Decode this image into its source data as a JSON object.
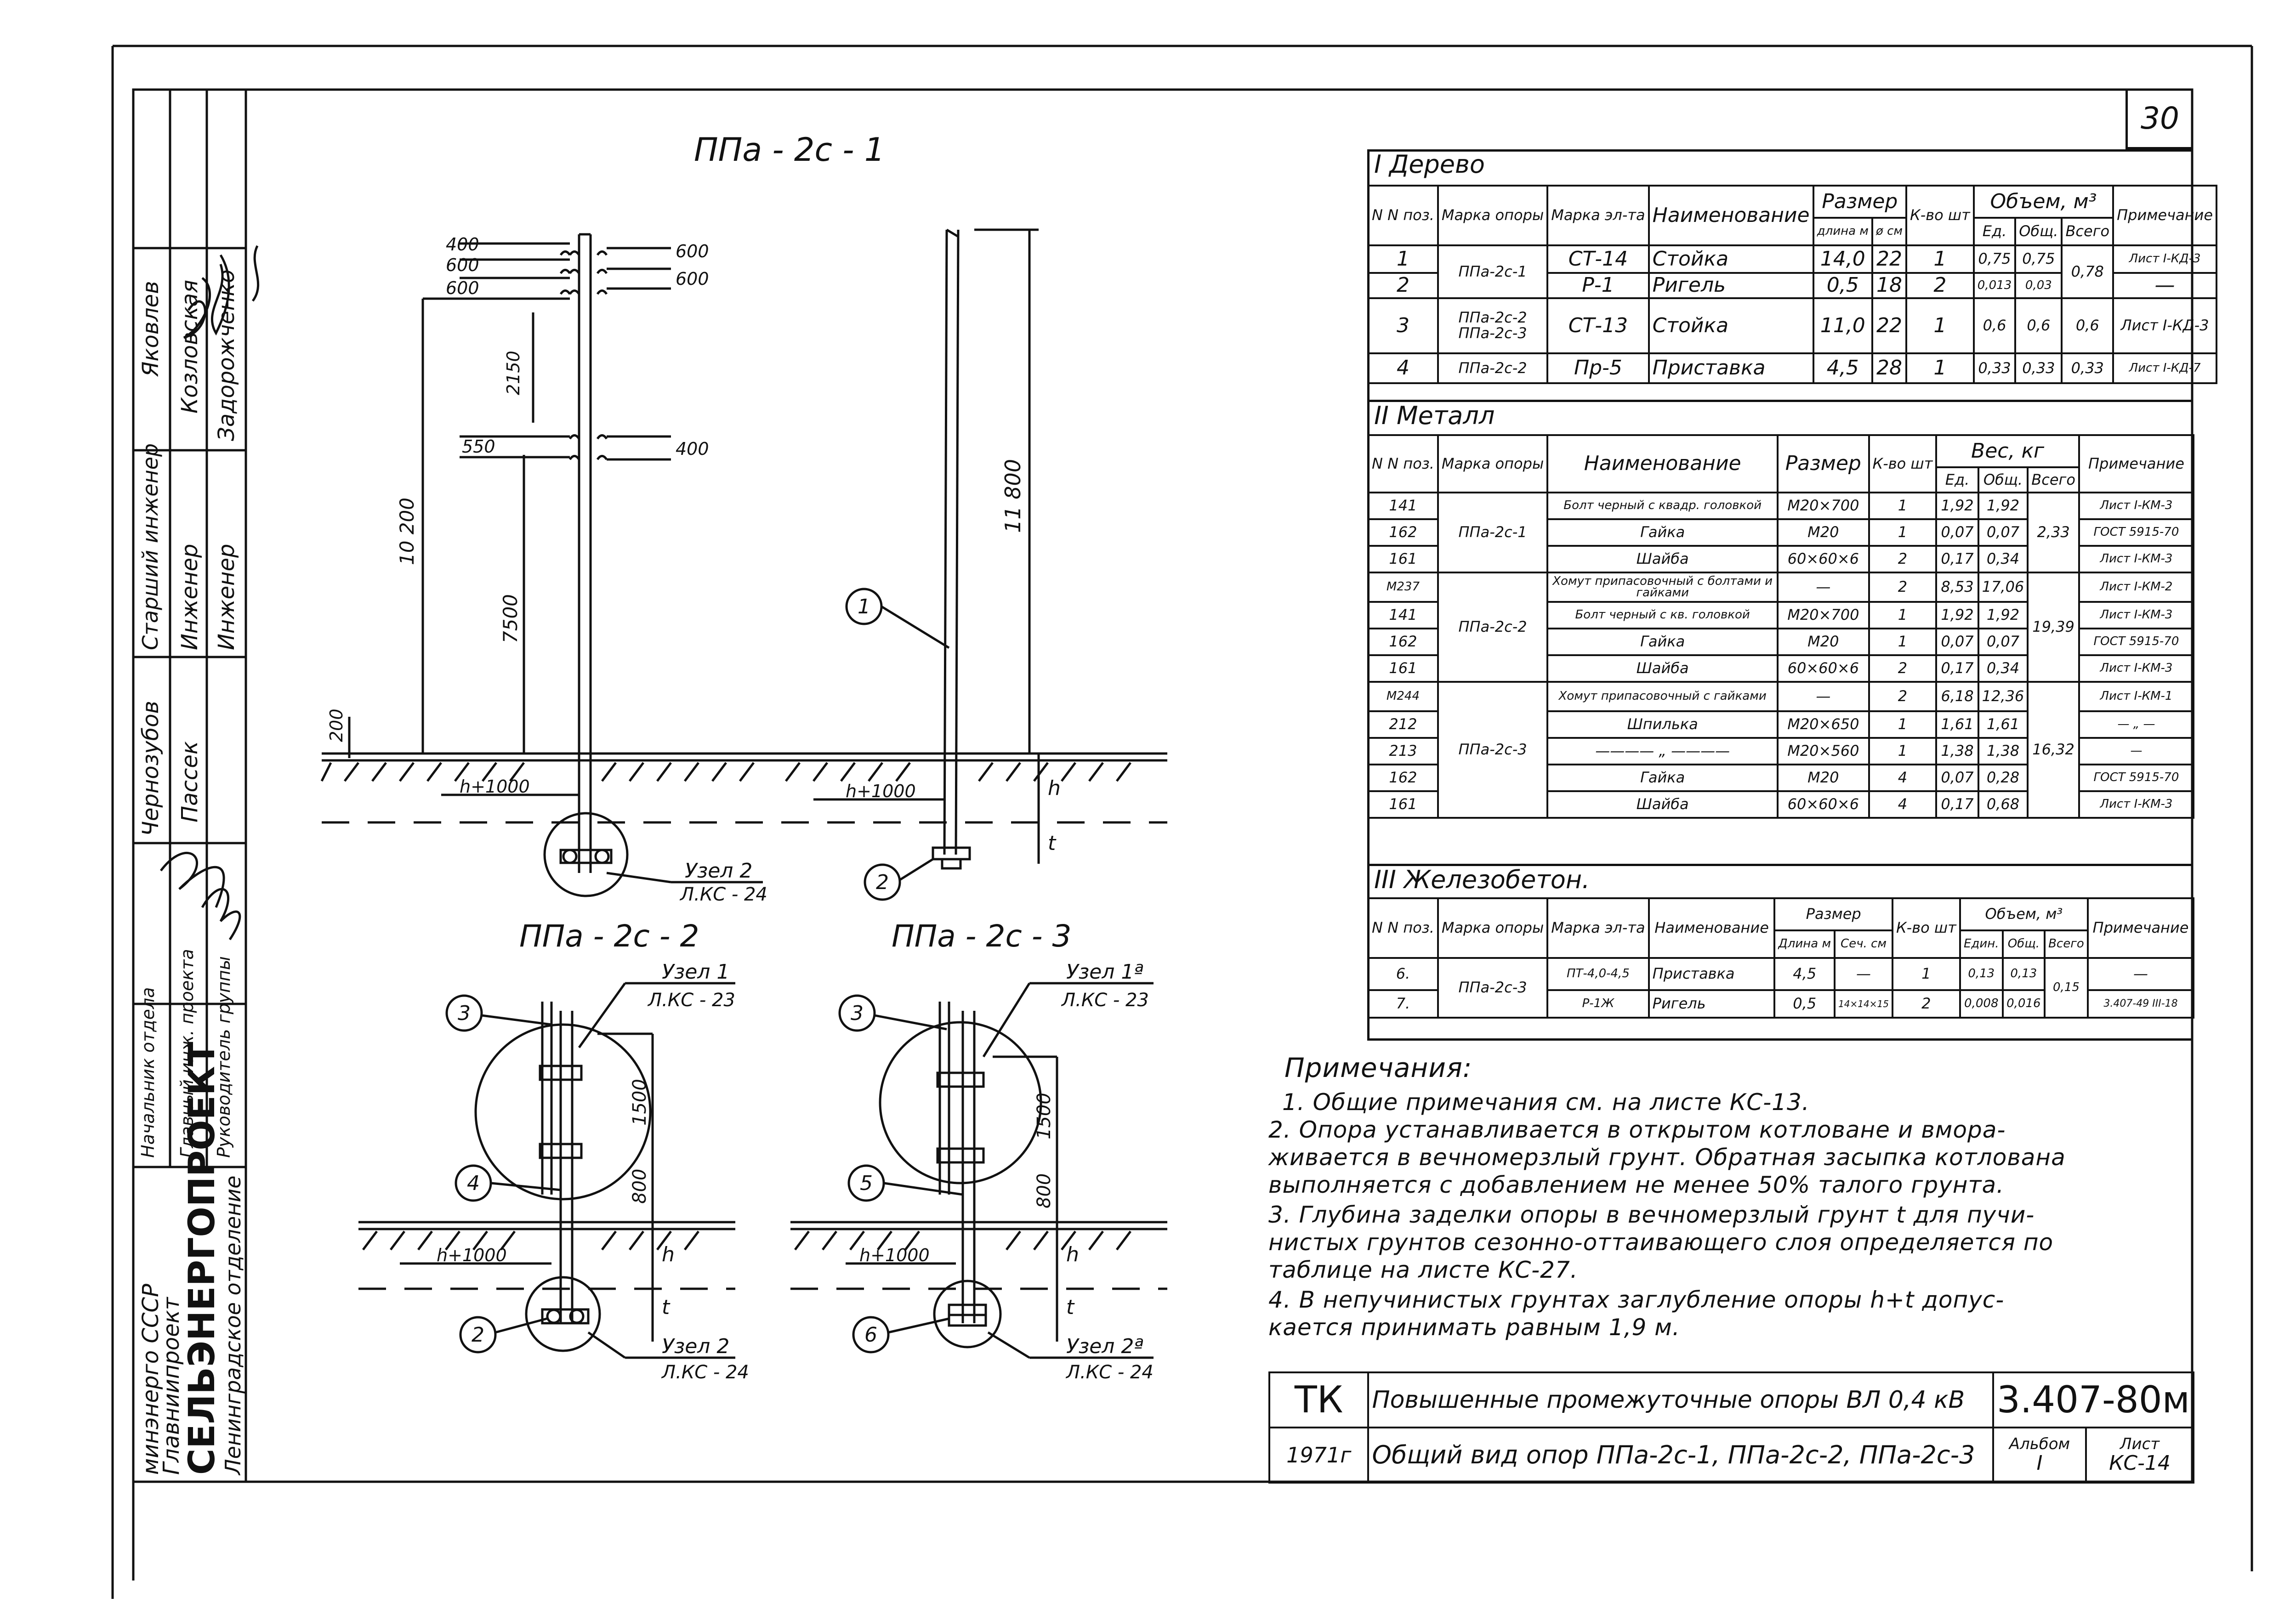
{
  "page_number": "30",
  "stamp": {
    "org": [
      "минэнерго СССР",
      "Главниипроект",
      "СЕЛЬЭНЕРГОПРОЕКТ",
      "Ленинградское отделение"
    ],
    "roles": [
      "Начальник отдела",
      "Главный инж. проекта",
      "Руководитель группы",
      "Старший инженер",
      "Инженер",
      "Инженер"
    ],
    "names": [
      "Чернозубов",
      "Пассек",
      "Яковлев",
      "Козловская",
      "Задорожченко"
    ]
  },
  "drawings": {
    "ppa1": {
      "title": "ППа - 2с - 1",
      "dims_left": [
        "400",
        "600",
        "600",
        "2150",
        "550",
        "10 200",
        "7500",
        "200"
      ],
      "dims_right": [
        "600",
        "600",
        "400"
      ],
      "h_label": "h+1000",
      "node_label": "Узел 2",
      "node_sheet": "Л.КС - 24"
    },
    "ppa1b": {
      "dim": "11 800",
      "h": "h",
      "t": "t",
      "h_label": "h+1000",
      "callouts": [
        "1",
        "2"
      ]
    },
    "ppa2": {
      "title": "ППа - 2с - 2",
      "node1": "Узел 1",
      "node1_sheet": "Л.КС - 23",
      "node2": "Узел 2",
      "node2_sheet": "Л.КС - 24",
      "dims": [
        "1500",
        "800"
      ],
      "h_label": "h+1000",
      "h": "h",
      "t": "t",
      "callouts": [
        "3",
        "4",
        "2"
      ]
    },
    "ppa3": {
      "title": "ППа - 2с - 3",
      "node1": "Узел 1ª",
      "node1_sheet": "Л.КС - 23",
      "node2": "Узел 2ª",
      "node2_sheet": "Л.КС - 24",
      "dims": [
        "1500",
        "800"
      ],
      "h_label": "h+1000",
      "h": "h",
      "t": "t",
      "callouts": [
        "3",
        "5",
        "6"
      ]
    }
  },
  "wood": {
    "section": "I   Дерево",
    "headers": [
      "N N поз.",
      "Марка опоры",
      "Марка эл-та",
      "Наименование",
      "Размер",
      "длина м",
      "ø см",
      "К-во шт",
      "Объем, м³",
      "Ед.",
      "Общ.",
      "Всего",
      "Примечание"
    ],
    "rows": [
      [
        "1",
        "ППа-2с-1",
        "СТ-14",
        "Стойка",
        "14,0",
        "22",
        "1",
        "0,75",
        "0,75",
        "0,78",
        "Лист I-КД-3"
      ],
      [
        "2",
        "",
        "Р-1",
        "Ригель",
        "0,5",
        "18",
        "2",
        "0,013",
        "0,03",
        "",
        "—"
      ],
      [
        "3",
        "ППа-2с-2 ППа-2с-3",
        "СТ-13",
        "Стойка",
        "11,0",
        "22",
        "1",
        "0,6",
        "0,6",
        "0,6",
        "Лист I-КД-3"
      ],
      [
        "4",
        "ППа-2с-2",
        "Пр-5",
        "Приставка",
        "4,5",
        "28",
        "1",
        "0,33",
        "0,33",
        "0,33",
        "Лист I-КД-7"
      ]
    ]
  },
  "metal": {
    "section": "II   Металл",
    "headers": [
      "N N поз.",
      "Марка опоры",
      "Наименование",
      "Размер",
      "К-во шт",
      "Вес, кг",
      "Ед.",
      "Общ.",
      "Всего",
      "Примечание"
    ],
    "rows": [
      [
        "141",
        "ППа-2с-1",
        "Болт черный с квадр. головкой",
        "М20×700",
        "1",
        "1,92",
        "1,92",
        "2,33",
        "Лист I-КМ-3"
      ],
      [
        "162",
        "",
        "Гайка",
        "М20",
        "1",
        "0,07",
        "0,07",
        "",
        "ГОСТ 5915-70"
      ],
      [
        "161",
        "",
        "Шайба",
        "60×60×6",
        "2",
        "0,17",
        "0,34",
        "",
        "Лист I-КМ-3"
      ],
      [
        "М237",
        "ППа-2с-2",
        "Хомут припасовочный с болтами и гайками",
        "—",
        "2",
        "8,53",
        "17,06",
        "19,39",
        "Лист I-КМ-2"
      ],
      [
        "141",
        "",
        "Болт черный с кв. головкой",
        "М20×700",
        "1",
        "1,92",
        "1,92",
        "",
        "Лист I-КМ-3"
      ],
      [
        "162",
        "",
        "Гайка",
        "М20",
        "1",
        "0,07",
        "0,07",
        "",
        "ГОСТ 5915-70"
      ],
      [
        "161",
        "",
        "Шайба",
        "60×60×6",
        "2",
        "0,17",
        "0,34",
        "",
        "Лист I-КМ-3"
      ],
      [
        "М244",
        "ППа-2с-3",
        "Хомут припасовочный с гайками",
        "—",
        "2",
        "6,18",
        "12,36",
        "16,32",
        "Лист I-КМ-1"
      ],
      [
        "212",
        "",
        "Шпилька",
        "М20×650",
        "1",
        "1,61",
        "1,61",
        "",
        "— „ —"
      ],
      [
        "213",
        "",
        "———— „ ————",
        "М20×560",
        "1",
        "1,38",
        "1,38",
        "",
        "—"
      ],
      [
        "162",
        "",
        "Гайка",
        "М20",
        "4",
        "0,07",
        "0,28",
        "",
        "ГОСТ 5915-70"
      ],
      [
        "161",
        "",
        "Шайба",
        "60×60×6",
        "4",
        "0,17",
        "0,68",
        "",
        "Лист I-КМ-3"
      ]
    ]
  },
  "concrete": {
    "section": "III   Железобетон.",
    "headers": [
      "N N поз.",
      "Марка опоры",
      "Марка эл-та",
      "Наименование",
      "Размер",
      "Длина м",
      "Сеч. см",
      "К-во шт",
      "Объем, м³",
      "Един.",
      "Общ.",
      "Всего",
      "Примечание"
    ],
    "rows": [
      [
        "6.",
        "ППа-2с-3",
        "ПТ-4,0-4,5",
        "Приставка",
        "4,5",
        "—",
        "1",
        "0,13",
        "0,13",
        "0,15",
        "—"
      ],
      [
        "7.",
        "",
        "Р-1Ж",
        "Ригель",
        "0,5",
        "14×14×15",
        "2",
        "0,008",
        "0,016",
        "",
        "3.407-49 III-18"
      ]
    ]
  },
  "notes": {
    "title": "Примечания:",
    "lines": [
      "1. Общие примечания см. на листе КС-13.",
      "2. Опора устанавливается в открытом котловане и вмора-",
      "живается в вечномерзлый грунт. Обратная засыпка котлована",
      "выполняется с добавлением не менее 50% талого грунта.",
      "3. Глубина заделки опоры в вечномерзлый грунт t для пучи-",
      "нистых грунтов сезонно-оттаивающего слоя определяется по",
      "таблице на листе КС-27.",
      "4. В непучинистых грунтах заглубление опоры h+t допус-",
      "кается принимать равным 1,9 м."
    ]
  },
  "titleblock": {
    "code": "ТК",
    "year": "1971г",
    "title1": "Повышенные промежуточные опоры ВЛ 0,4 кВ",
    "title2": "Общий вид опор ППа-2с-1, ППа-2с-2, ППа-2с-3",
    "doc": "3.407-80м",
    "album_label": "Альбом",
    "album": "I",
    "sheet_label": "Лист",
    "sheet": "КС-14"
  }
}
